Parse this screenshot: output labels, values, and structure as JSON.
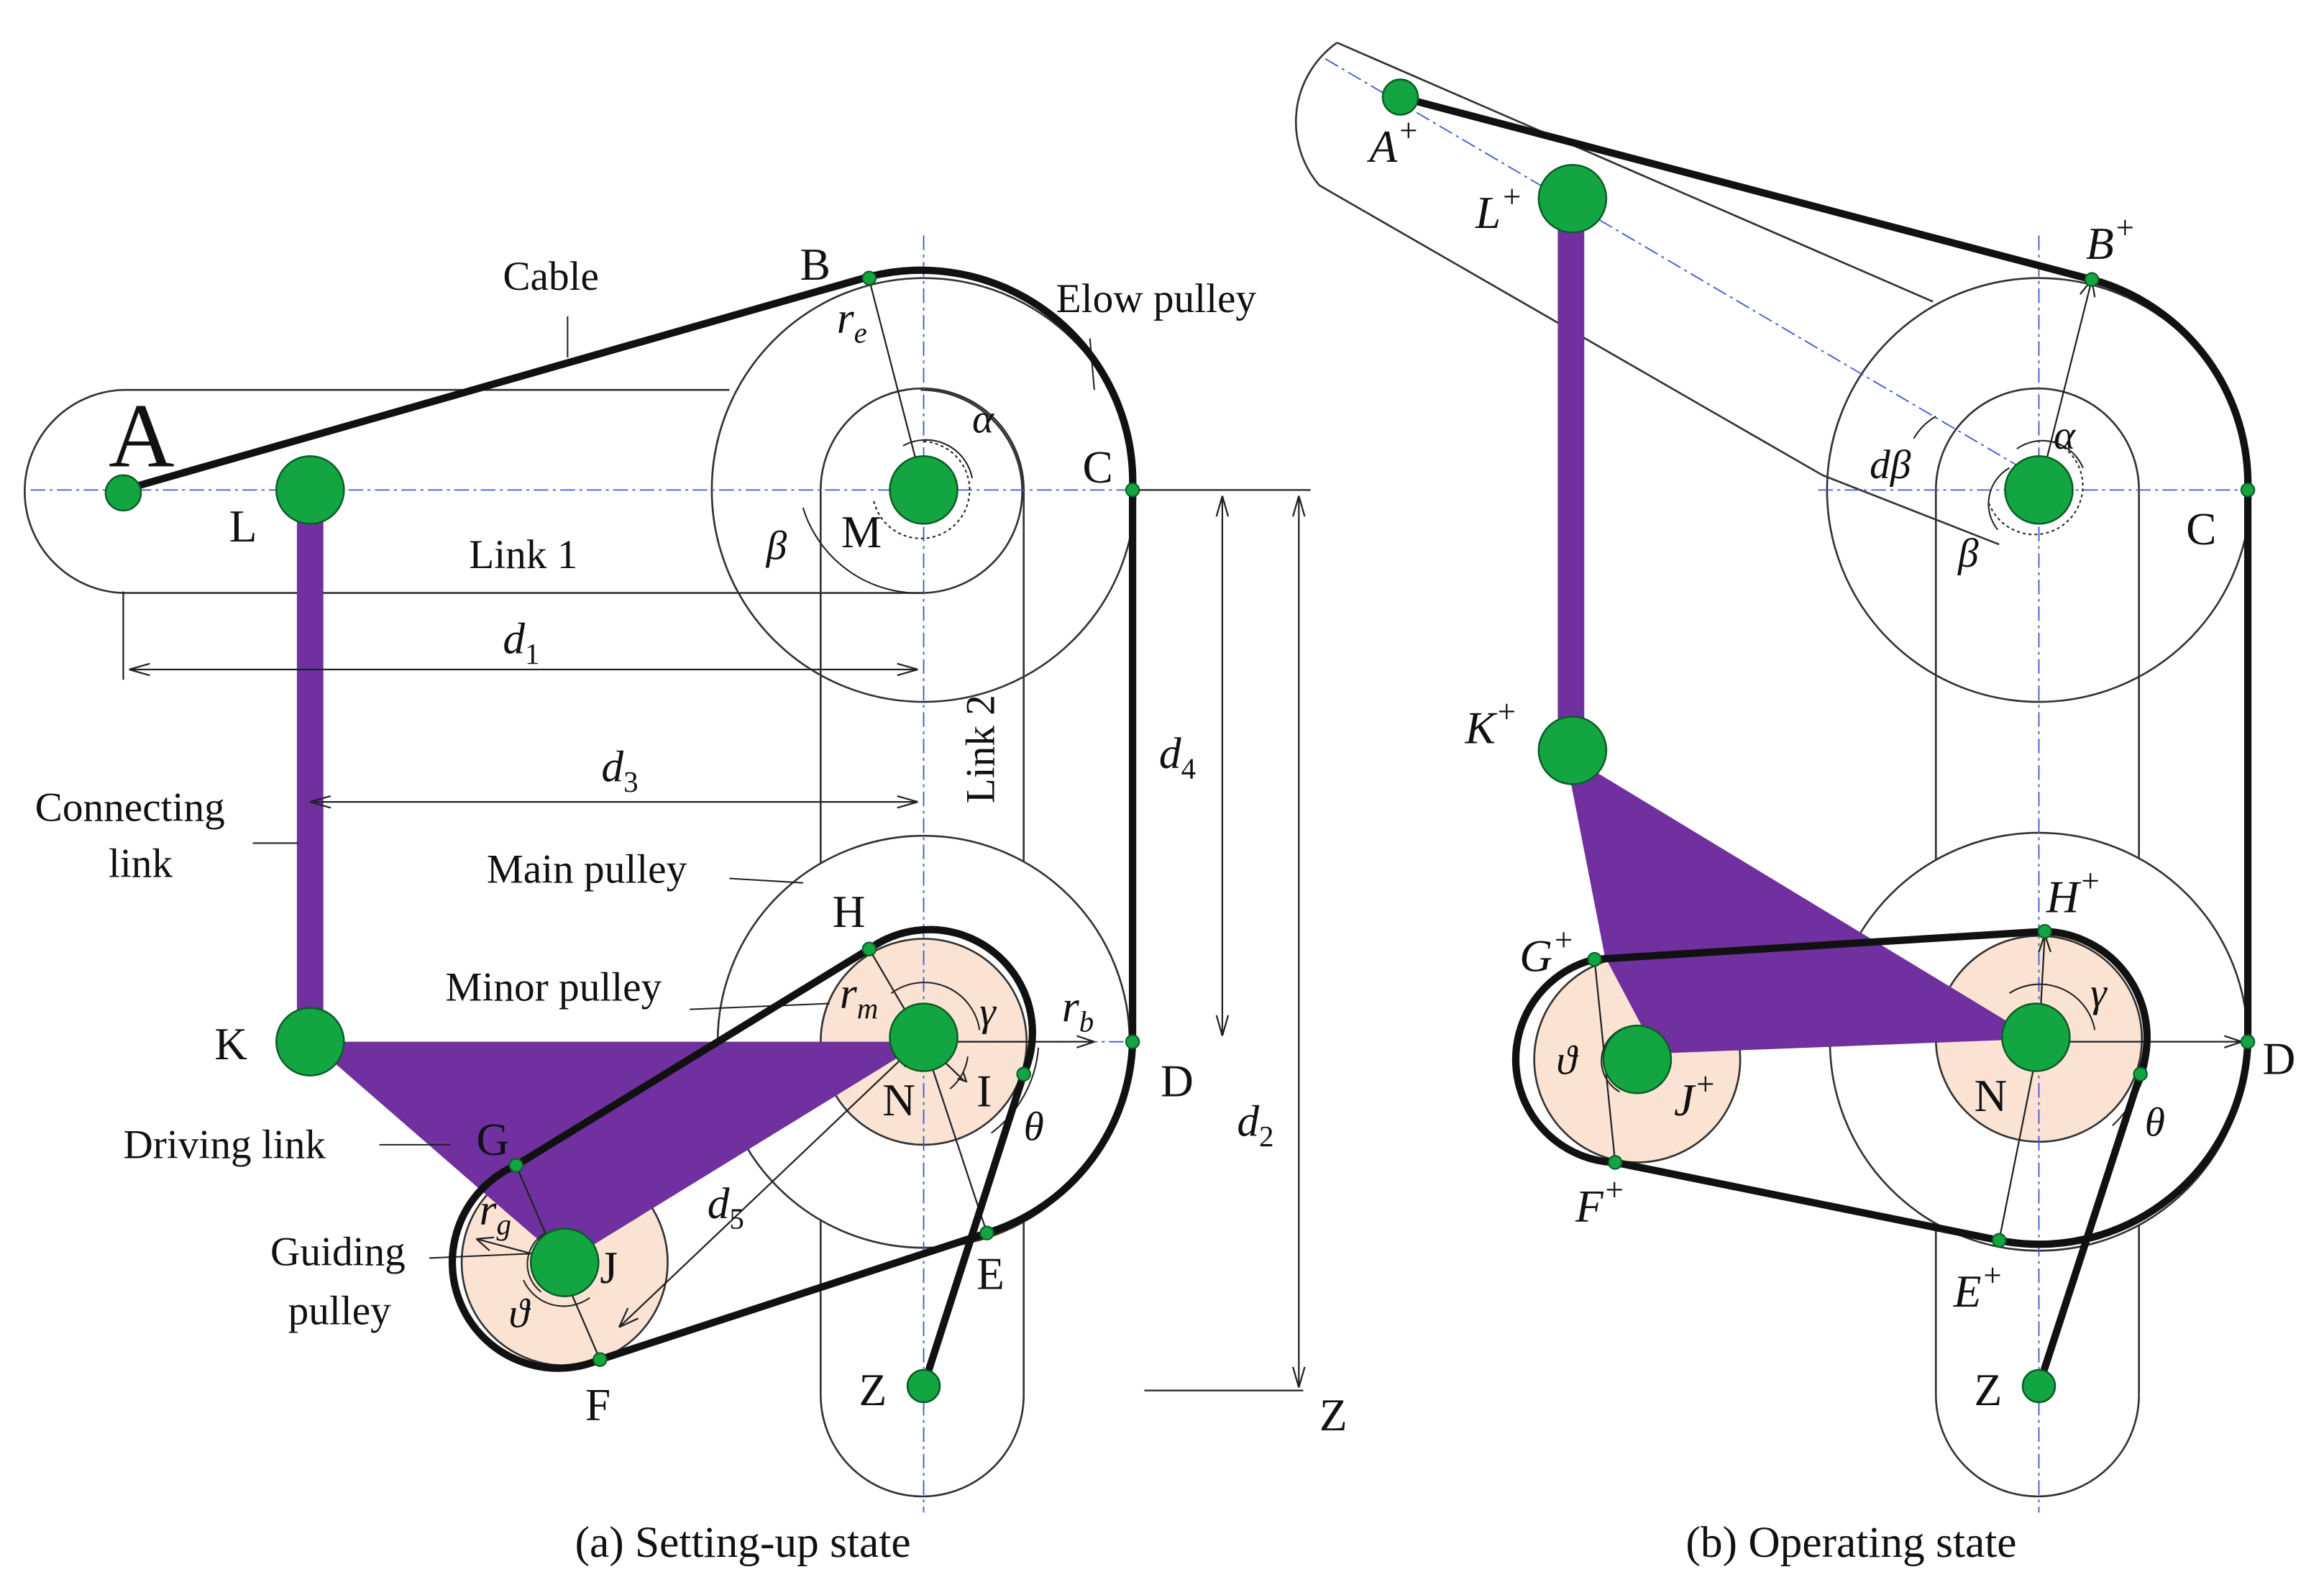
{
  "colors": {
    "cable": "#111111",
    "link": "#7030a0",
    "joint": "#12a542",
    "joint_stroke": "#0a5c24",
    "pulley_fill": "#fbe3d4",
    "outline": "#333333",
    "centerline": "#3b5bd6"
  },
  "panel_a": {
    "caption": "(a) Setting-up state",
    "points": {
      "A": "A",
      "B": "B",
      "C": "C",
      "D": "D",
      "E": "E",
      "F": "F",
      "G": "G",
      "H": "H",
      "I": "I",
      "J": "J",
      "K": "K",
      "L": "L",
      "M": "M",
      "N": "N",
      "Z": "Z",
      "Z2": "Z"
    },
    "labels": {
      "cable": "Cable",
      "elbow_pulley": "Elow pulley",
      "link1": "Link 1",
      "link2": "Link 2",
      "connecting_link_1": "Connecting",
      "connecting_link_2": "link",
      "main_pulley": "Main pulley",
      "minor_pulley": "Minor pulley",
      "driving_link": "Driving link",
      "guiding_pulley_1": "Guiding",
      "guiding_pulley_2": "pulley"
    },
    "symbols": {
      "re_base": "r",
      "re_sub": "e",
      "rm_base": "r",
      "rm_sub": "m",
      "rb_base": "r",
      "rb_sub": "b",
      "rg_base": "r",
      "rg_sub": "g",
      "d1_base": "d",
      "d1_sub": "1",
      "d2_base": "d",
      "d2_sub": "2",
      "d3_base": "d",
      "d3_sub": "3",
      "d4_base": "d",
      "d4_sub": "4",
      "d5_base": "d",
      "d5_sub": "5",
      "alpha": "α",
      "beta": "β",
      "gamma": "γ",
      "theta": "θ",
      "vartheta": "ϑ"
    }
  },
  "panel_b": {
    "caption": "(b) Operating state",
    "points": {
      "A": "A",
      "B": "B",
      "C": "C",
      "D": "D",
      "E": "E",
      "F": "F",
      "G": "G",
      "H": "H",
      "J": "J",
      "K": "K",
      "L": "L",
      "N": "N",
      "Z": "Z"
    },
    "plus": "+",
    "symbols": {
      "alpha": "α",
      "beta": "β",
      "dbeta": "dβ",
      "gamma": "γ",
      "theta": "θ",
      "vartheta": "ϑ"
    }
  }
}
